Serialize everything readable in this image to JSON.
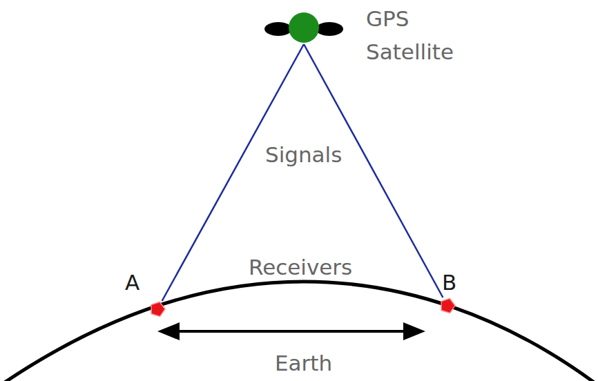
{
  "diagram": {
    "nodes": [
      {
        "text": [
          "GPS Satellite"
        ]
      },
      {
        "text": [
          "A"
        ]
      },
      {
        "text": [
          "B"
        ]
      }
    ],
    "edges": [
      {
        "from": 0,
        "to": 1,
        "arrow": "none"
      },
      {
        "from": 0,
        "to": 2,
        "arrow": "none"
      }
    ],
    "labels": [
      "Signals",
      "Receivers",
      "Earth"
    ]
  }
}
